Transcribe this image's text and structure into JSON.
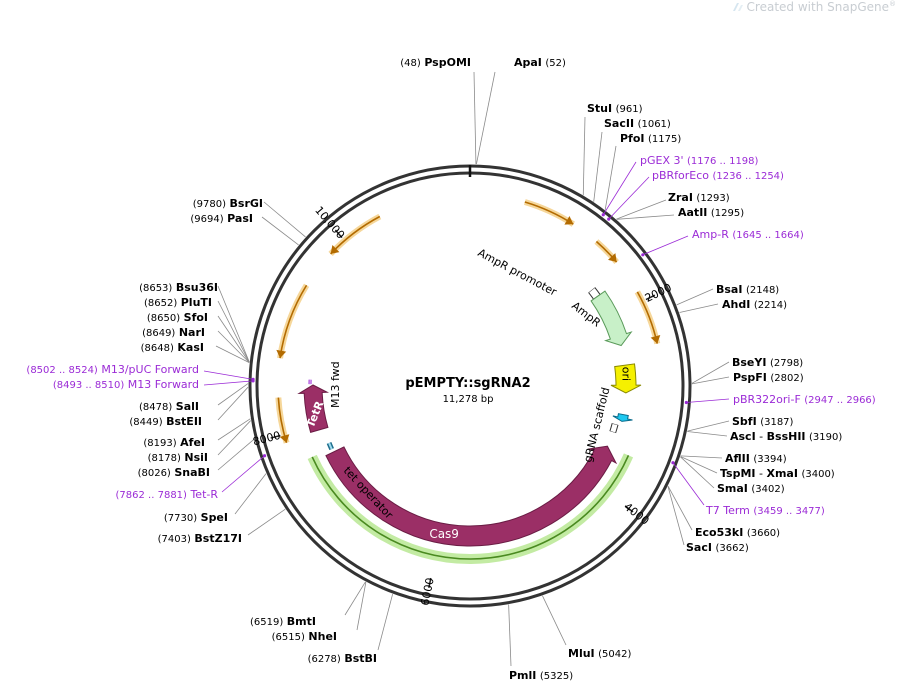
{
  "watermark": {
    "prefix": "Created with ",
    "brand": "SnapGene",
    "reg": "®"
  },
  "plasmid": {
    "name": "pEMPTY::sgRNA2",
    "size_label": "11,278 bp",
    "length": 11278
  },
  "colors": {
    "enzyme_line": "#8a8a8a",
    "primer": "#9b2bd6",
    "cas9": "#9b2f66",
    "ampr": "#c8f0c8",
    "ori": "#f5f000",
    "grna": "#1ec8f0",
    "orange_arc": "#e8a020",
    "green_halo": "#b4e68c",
    "backbone": "#333333"
  },
  "ticks": [
    {
      "label": "2000",
      "pos": 2000
    },
    {
      "label": "4000",
      "pos": 4000
    },
    {
      "label": "6000",
      "pos": 6000
    },
    {
      "label": "8000",
      "pos": 8000
    },
    {
      "label": "10,000",
      "pos": 10000
    }
  ],
  "enzymes": [
    {
      "name": "PspOMI",
      "pos_text": "(48)",
      "site": 48
    },
    {
      "name": "ApaI",
      "pos_text": "(52)",
      "site": 52
    },
    {
      "name": "StuI",
      "pos_text": "(961)",
      "site": 961
    },
    {
      "name": "SacII",
      "pos_text": "(1061)",
      "site": 1061
    },
    {
      "name": "PfoI",
      "pos_text": "(1175)",
      "site": 1175
    },
    {
      "name": "ZraI",
      "pos_text": "(1293)",
      "site": 1293
    },
    {
      "name": "AatII",
      "pos_text": "(1295)",
      "site": 1295
    },
    {
      "name": "BsaI",
      "pos_text": "(2148)",
      "site": 2148
    },
    {
      "name": "AhdI",
      "pos_text": "(2214)",
      "site": 2214
    },
    {
      "name": "BseYI",
      "pos_text": "(2798)",
      "site": 2798
    },
    {
      "name": "PspFI",
      "pos_text": "(2802)",
      "site": 2802
    },
    {
      "name": "SbfI",
      "pos_text": "(3187)",
      "site": 3187
    },
    {
      "name": "AscI",
      "name2": "BssHII",
      "pos_text": "(3190)",
      "site": 3190
    },
    {
      "name": "AflII",
      "pos_text": "(3394)",
      "site": 3394
    },
    {
      "name": "TspMI",
      "name2": "XmaI",
      "pos_text": "(3400)",
      "site": 3400
    },
    {
      "name": "SmaI",
      "pos_text": "(3402)",
      "site": 3402
    },
    {
      "name": "Eco53kI",
      "pos_text": "(3660)",
      "site": 3660
    },
    {
      "name": "SacI",
      "pos_text": "(3662)",
      "site": 3662
    },
    {
      "name": "MluI",
      "pos_text": "(5042)",
      "site": 5042
    },
    {
      "name": "PmlI",
      "pos_text": "(5325)",
      "site": 5325
    },
    {
      "name": "BstBI",
      "pos_text": "(6278)",
      "site": 6278
    },
    {
      "name": "NheI",
      "pos_text": "(6515)",
      "site": 6515
    },
    {
      "name": "BmtI",
      "pos_text": "(6519)",
      "site": 6519
    },
    {
      "name": "BstZ17I",
      "pos_text": "(7403)",
      "site": 7403
    },
    {
      "name": "SpeI",
      "pos_text": "(7730)",
      "site": 7730
    },
    {
      "name": "SnaBI",
      "pos_text": "(8026)",
      "site": 8026
    },
    {
      "name": "NsiI",
      "pos_text": "(8178)",
      "site": 8178
    },
    {
      "name": "AfeI",
      "pos_text": "(8193)",
      "site": 8193
    },
    {
      "name": "BstEII",
      "pos_text": "(8449)",
      "site": 8449
    },
    {
      "name": "SalI",
      "pos_text": "(8478)",
      "site": 8478
    },
    {
      "name": "KasI",
      "pos_text": "(8648)",
      "site": 8648
    },
    {
      "name": "NarI",
      "pos_text": "(8649)",
      "site": 8649
    },
    {
      "name": "SfoI",
      "pos_text": "(8650)",
      "site": 8650
    },
    {
      "name": "PluTI",
      "pos_text": "(8652)",
      "site": 8652
    },
    {
      "name": "Bsu36I",
      "pos_text": "(8653)",
      "site": 8653
    },
    {
      "name": "PasI",
      "pos_text": "(9694)",
      "site": 9694
    },
    {
      "name": "BsrGI",
      "pos_text": "(9780)",
      "site": 9780
    }
  ],
  "primers": [
    {
      "name": "pGEX 3'",
      "range": "(1176 .. 1198)",
      "site": 1187
    },
    {
      "name": "pBRforEco",
      "range": "(1236 .. 1254)",
      "site": 1245
    },
    {
      "name": "Amp-R",
      "range": "(1645 .. 1664)",
      "site": 1654
    },
    {
      "name": "pBR322ori-F",
      "range": "(2947 .. 2966)",
      "site": 2956
    },
    {
      "name": "T7 Term",
      "range": "(3459 .. 3477)",
      "site": 3468
    },
    {
      "name": "Tet-R",
      "range": "(7862 .. 7881)",
      "site": 7871
    },
    {
      "name": "M13/pUC Forward",
      "range": "(8502 .. 8524)",
      "site": 8513
    },
    {
      "name": "M13 Forward",
      "range": "(8493 .. 8510)",
      "site": 8501
    }
  ],
  "features": [
    {
      "name": "AmpR promoter",
      "start": 1620,
      "end": 1720,
      "type": "promoter"
    },
    {
      "name": "AmpR",
      "start": 1720,
      "end": 2350,
      "type": "gene"
    },
    {
      "name": "ori",
      "start": 2580,
      "end": 2900,
      "type": "origin"
    },
    {
      "name": "gRNA scaffold",
      "start": 3160,
      "end": 3240,
      "type": "misc"
    },
    {
      "name": "Cas9",
      "start": 3560,
      "end": 7650,
      "type": "gene"
    },
    {
      "name": "tet operator",
      "start": 7700,
      "end": 7780,
      "type": "misc"
    },
    {
      "name": "TetR",
      "start": 7950,
      "end": 8470,
      "type": "gene"
    },
    {
      "name": "M13 fwd",
      "start": 8490,
      "end": 8520,
      "type": "primer_bind"
    }
  ]
}
